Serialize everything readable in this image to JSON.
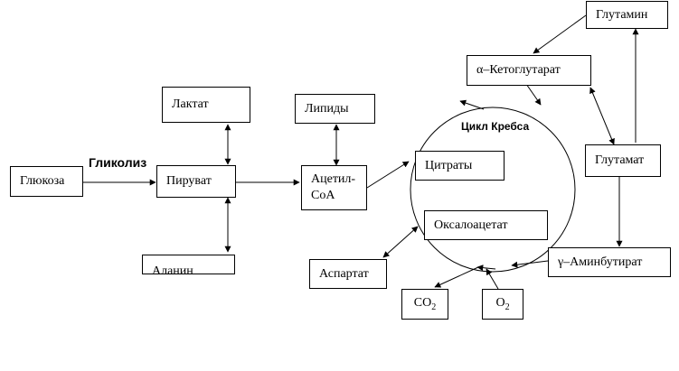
{
  "diagram": {
    "glycolysis_label": "Гликолиз",
    "krebs_label": "Цикл Кребса",
    "nodes": {
      "glucose": "Глюкоза",
      "pyruvate": "Пируват",
      "lactate": "Лактат",
      "alanine": "Аланин",
      "acetyl_line1": "Ацетил-",
      "acetyl_line2": "CoA",
      "lipids": "Липиды",
      "citrates": "Цитраты",
      "oxaloacetate": "Оксалоацетат",
      "aspartate": "Аспартат",
      "co2_main": "CO",
      "co2_sub": "2",
      "o2_main": "O",
      "o2_sub": "2",
      "ketoglutarate": "α–Кетоглутарат",
      "glutamine": "Глутамин",
      "glutamate": "Глутамат",
      "gaba": "γ–Аминбутират"
    }
  }
}
